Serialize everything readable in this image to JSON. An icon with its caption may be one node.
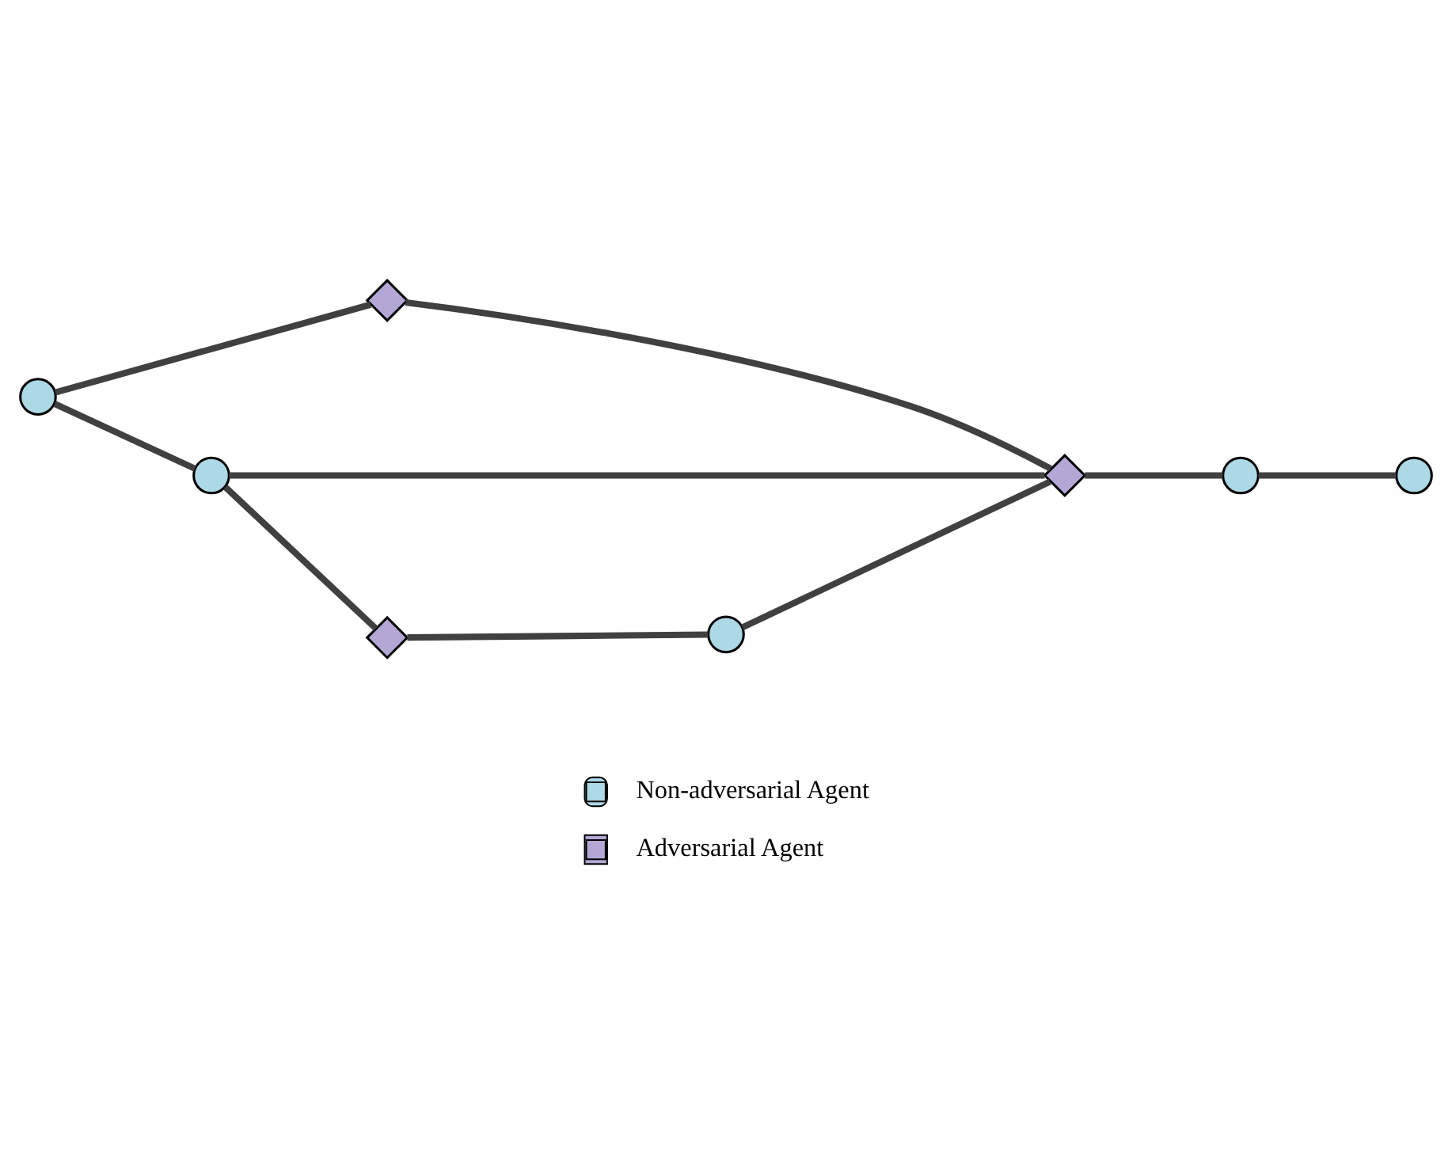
{
  "diagram": {
    "nodes": [
      {
        "text": [],
        "shape": "circle"
      },
      {
        "text": [],
        "shape": "diamond"
      },
      {
        "text": [],
        "shape": "circle"
      },
      {
        "text": [],
        "shape": "circle"
      },
      {
        "text": [],
        "shape": "diamond"
      },
      {
        "text": [],
        "shape": "diamond"
      },
      {
        "text": [],
        "shape": "circle"
      },
      {
        "text": [],
        "shape": "circle"
      }
    ],
    "edges": [
      {
        "from": 0,
        "to": 1,
        "arrow": "none"
      },
      {
        "from": 0,
        "to": 3,
        "arrow": "none"
      },
      {
        "from": 1,
        "to": 4,
        "arrow": "none"
      },
      {
        "from": 3,
        "to": 4,
        "arrow": "none"
      },
      {
        "from": 4,
        "to": 2,
        "arrow": "none"
      },
      {
        "from": 2,
        "to": 7,
        "arrow": "none"
      },
      {
        "from": 3,
        "to": 5,
        "arrow": "none"
      },
      {
        "from": 5,
        "to": 6,
        "arrow": "none"
      },
      {
        "from": 6,
        "to": 4,
        "arrow": "none"
      }
    ],
    "legend": [
      {
        "text": "Non-adversarial Agent"
      },
      {
        "text": "Adversarial Agent"
      }
    ]
  }
}
